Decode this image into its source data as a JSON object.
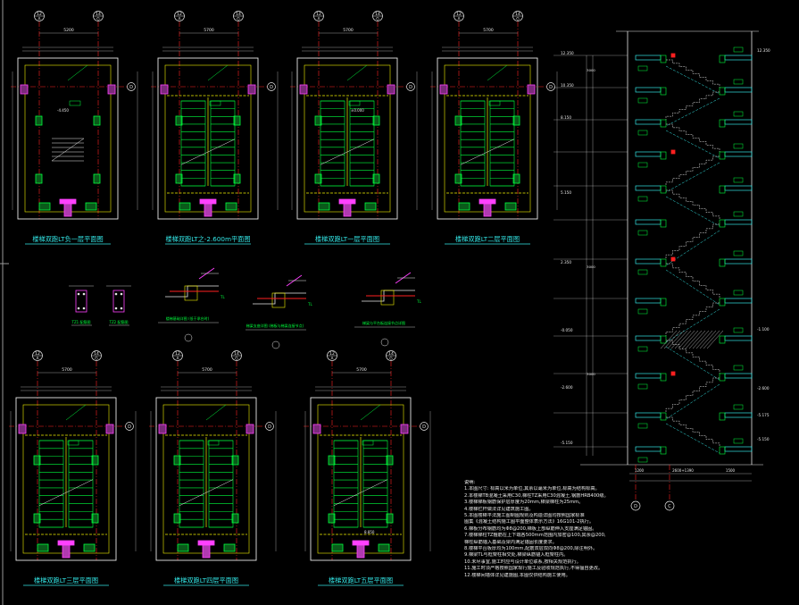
{
  "colors": {
    "background": "#000000",
    "green": "#00ff3c",
    "cyan": "#33e6e6",
    "yellow": "#f2f200",
    "red": "#ff2020",
    "magenta": "#ff40ff",
    "white": "#e8e8e8",
    "grey": "#9a9a9a"
  },
  "plans": [
    {
      "title": "楼梯双跑LT负一层平面图",
      "axis_left": "12/A",
      "axis_right": "14/G",
      "dim_top": "5200",
      "axis_side": "D"
    },
    {
      "title": "楼梯双跑LT之-2.600m平面图",
      "axis_left": "12/A",
      "axis_right": "14/G",
      "dim_top": "5700",
      "axis_side": "D"
    },
    {
      "title": "楼梯双跑LT一层平面图",
      "axis_left": "12/A",
      "axis_right": "14/G",
      "dim_top": "5700",
      "axis_side": "D"
    },
    {
      "title": "楼梯双跑LT二层平面图",
      "axis_left": "12/A",
      "axis_right": "14/G",
      "dim_top": "5700",
      "axis_side": "D"
    },
    {
      "title": "楼梯双跑LT三层平面图",
      "axis_left": "12/A",
      "axis_right": "14/G",
      "dim_top": "5700",
      "axis_side": "D"
    },
    {
      "title": "楼梯双跑LT四层平面图",
      "axis_left": "12/A",
      "axis_right": "14/G",
      "dim_top": "5700",
      "axis_side": "D"
    },
    {
      "title": "楼梯双跑LT五层平面图",
      "axis_left": "12/A",
      "axis_right": "14/G",
      "dim_top": "5700",
      "axis_side": "D"
    }
  ],
  "plan_labels": {
    "elev_minus1": "-4.450",
    "elev_1": "±0.000",
    "elev_top": "8.850"
  },
  "details": [
    {
      "label": "TZ1 配筋图"
    },
    {
      "label": "TZ2 配筋图"
    },
    {
      "label": "楼梯基础详图 (低于承台时)"
    },
    {
      "label": "梯梁支座详图 (梯板与梯梁连接节点)"
    },
    {
      "label": "梯梁与平台板连接节点详图"
    }
  ],
  "section": {
    "elevations_left": [
      "12.350",
      "10.350",
      "8.150",
      "5.150",
      "2.350",
      "-0.050",
      "-2.600",
      "-5.150"
    ],
    "elevations_right": [
      "12.350",
      "-1.100",
      "-2.600",
      "-5.175",
      "-5.150"
    ],
    "dims_bottom": [
      "1200",
      "2600+1390",
      "1500"
    ],
    "axis_labels": [
      "D",
      "C"
    ]
  },
  "notes": {
    "heading": "说明:",
    "items": [
      "1.本图尺寸: 标高以米为单位,其余以毫米为单位,标高为结构标高。",
      "2.本楼梯TB混凝土采用C30,梯柱TZ采用C30混凝土,钢筋HRB400级。",
      "3.楼梯梯板钢筋保护层厚度为20mm,梯梁梯柱为25mm。",
      "4.楼梯栏杆做法详见建筑施工图。",
      "5.本图楼梯平法施工图制图规则及构造详图均按照国家标准",
      "  图集《混凝土结构施工图平面整体表示方法》16G101-2执行。",
      "6.梯板分布钢筋均为Φ8@200,梯板上部纵筋伸入支座满足锚固。",
      "7.楼梯梯柱TZ箍筋在上下端各500mm范围内加密@100,其余@200,",
      "  梯柱纵筋锚入基础及梁内满足锚固长度要求。",
      "8.楼梯平台板厚均为100mm,配筋双层双向Φ8@200,除注明外。",
      "9.梯梁TL与框架柱相交处,梯梁纵筋锚入框架柱内。",
      "10.未尽事宜,施工时应与设计单位联系,按相关规范执行。",
      "11.施工时须严格按照国家现行施工及验收规范执行,不得擅自更改。",
      "12.楼梯间墙体详见建施图,本图仅供结构施工使用。"
    ]
  }
}
